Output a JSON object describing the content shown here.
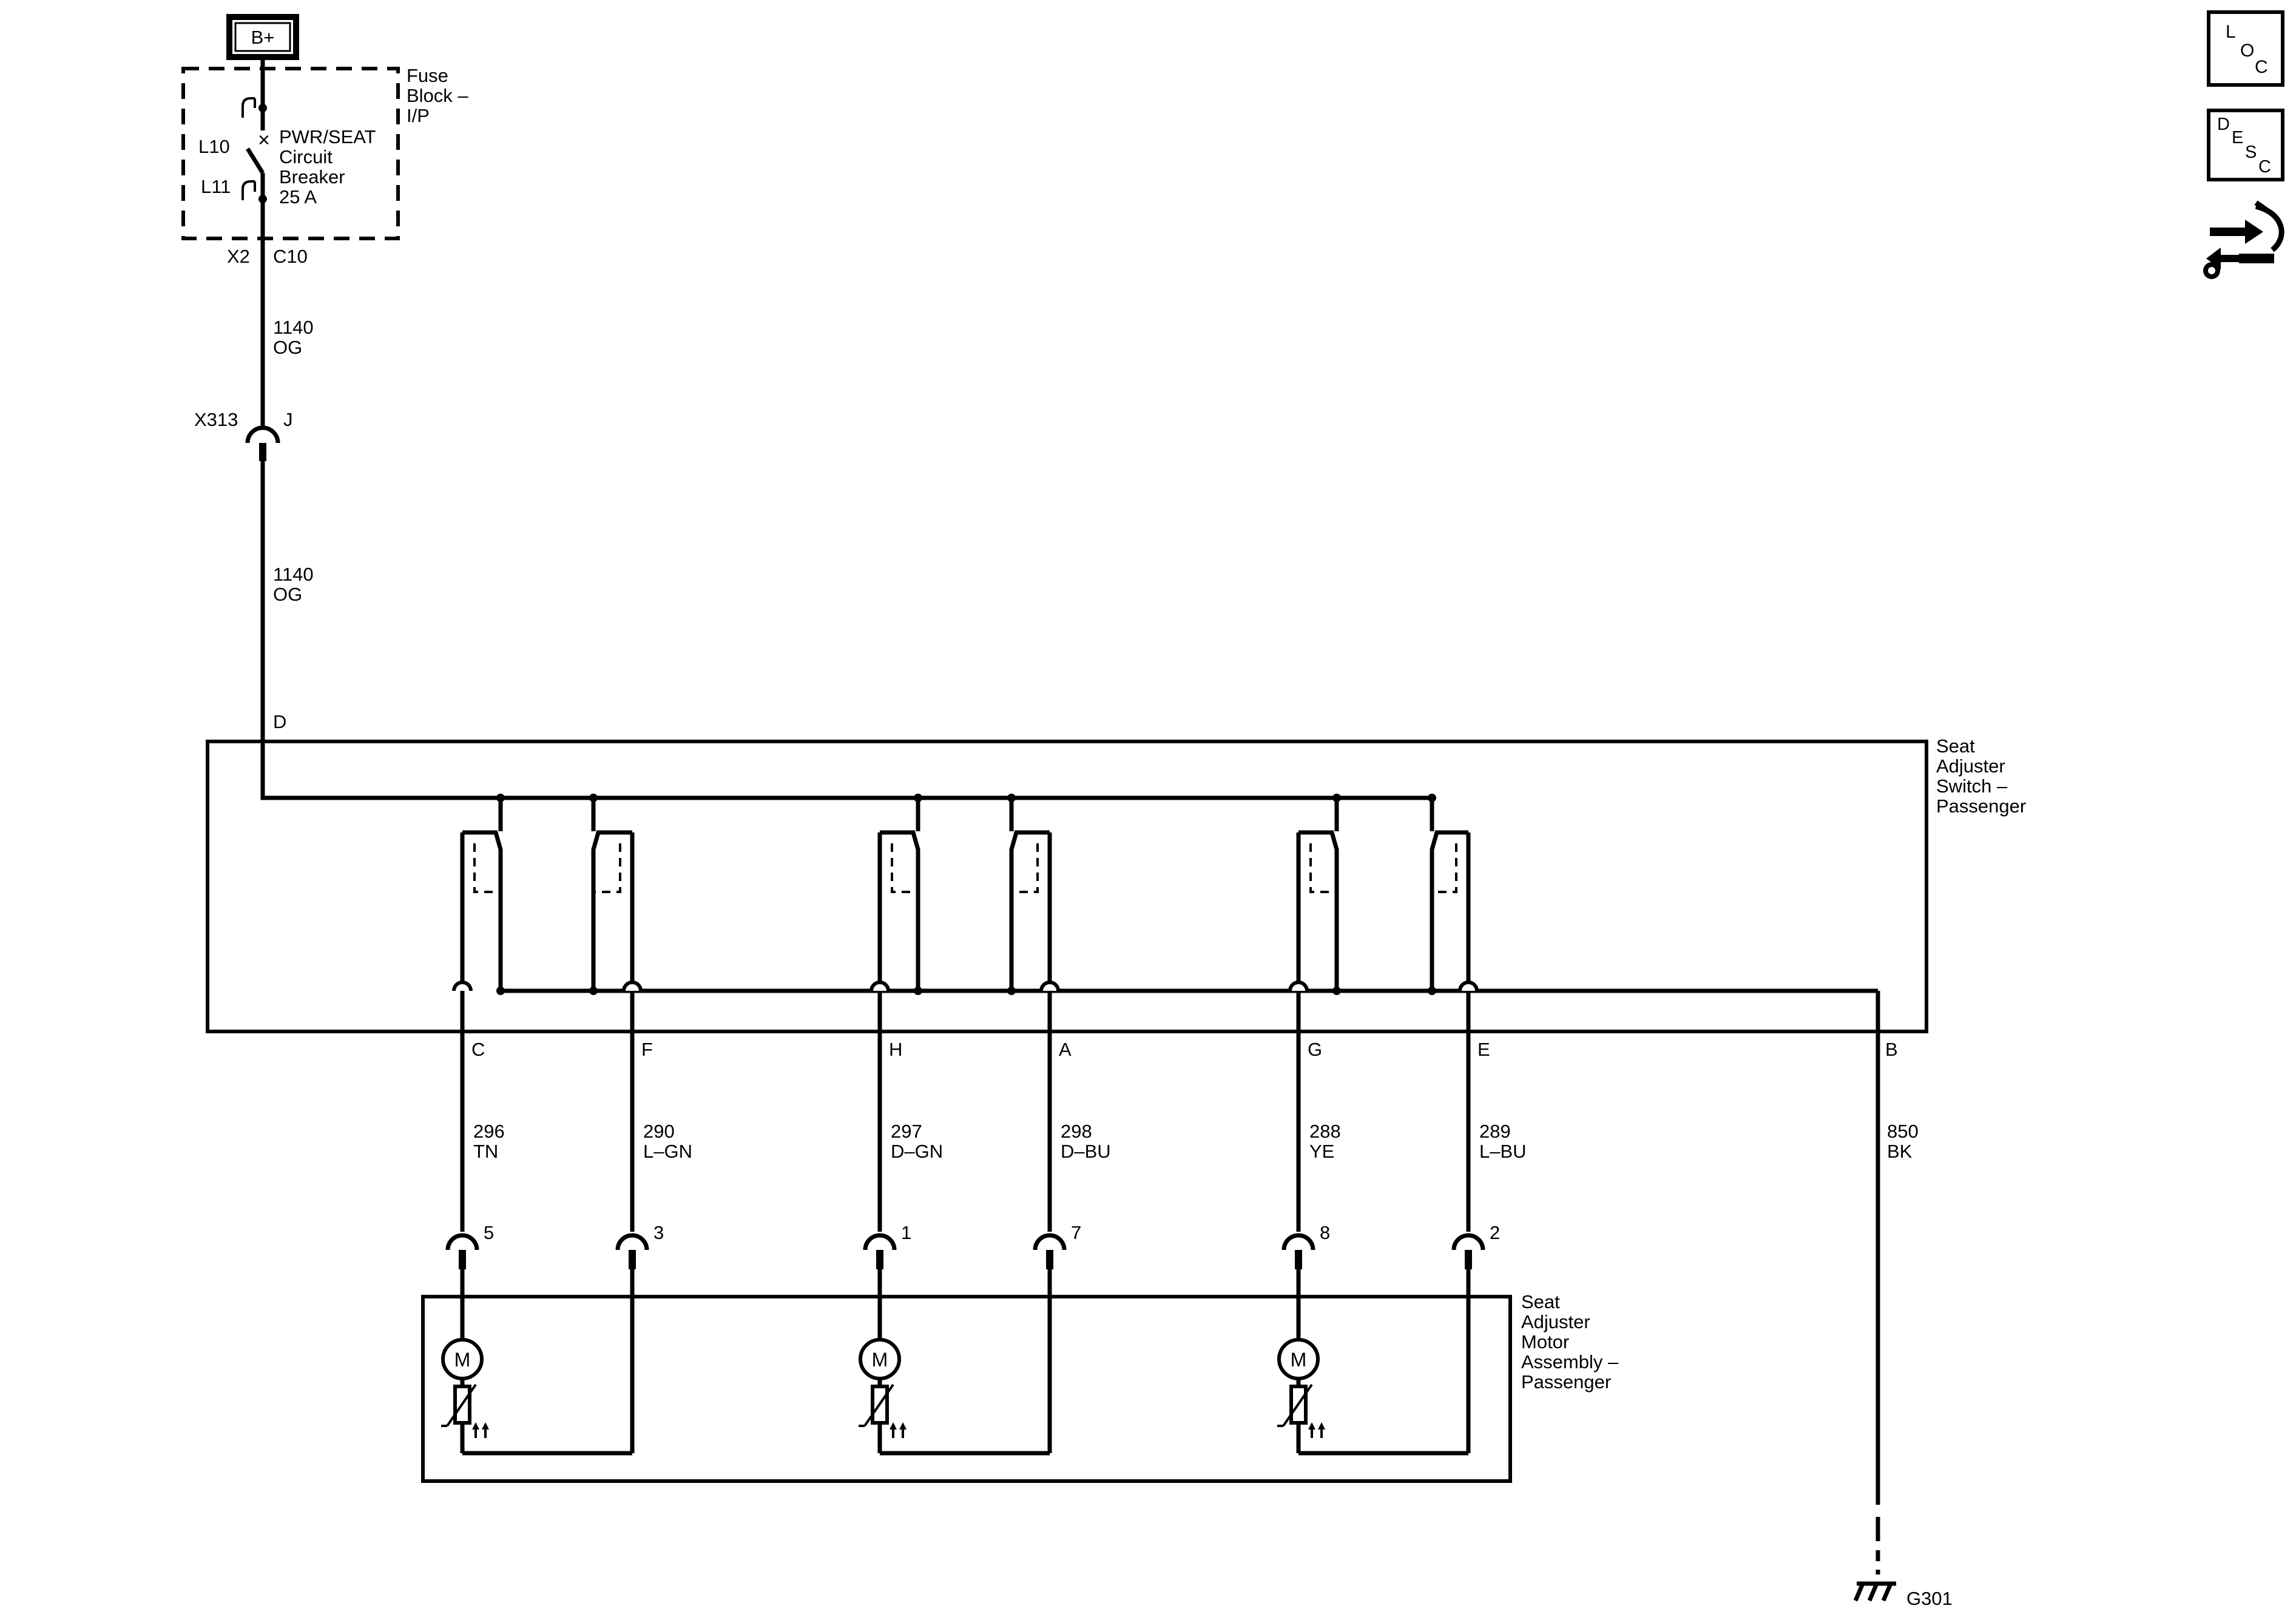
{
  "power_source": "B+",
  "fuse_block": {
    "title_lines": [
      "Fuse",
      "Block –",
      "I/P"
    ],
    "breaker_lines": [
      "PWR/SEAT",
      "Circuit",
      "Breaker",
      "25 A"
    ],
    "pin_top": "L10",
    "pin_bottom": "L11",
    "connector": "X2",
    "cavity": "C10"
  },
  "feed_wire_upper": {
    "circuit": "1140",
    "color": "OG"
  },
  "inline_connector": {
    "name": "X313",
    "cavity": "J"
  },
  "feed_wire_lower": {
    "circuit": "1140",
    "color": "OG"
  },
  "switch": {
    "title_lines": [
      "Seat",
      "Adjuster",
      "Switch –",
      "Passenger"
    ],
    "input_pin": "D"
  },
  "circuits": [
    {
      "switch_pin": "C",
      "circuit": "296",
      "color": "TN",
      "motor_pin": "5"
    },
    {
      "switch_pin": "F",
      "circuit": "290",
      "color": "L–GN",
      "motor_pin": "3"
    },
    {
      "switch_pin": "H",
      "circuit": "297",
      "color": "D–GN",
      "motor_pin": "1"
    },
    {
      "switch_pin": "A",
      "circuit": "298",
      "color": "D–BU",
      "motor_pin": "7"
    },
    {
      "switch_pin": "G",
      "circuit": "288",
      "color": "YE",
      "motor_pin": "8"
    },
    {
      "switch_pin": "E",
      "circuit": "289",
      "color": "L–BU",
      "motor_pin": "2"
    }
  ],
  "ground_wire": {
    "switch_pin": "B",
    "circuit": "850",
    "color": "BK",
    "ground": "G301"
  },
  "motor_assembly": {
    "title_lines": [
      "Seat",
      "Adjuster",
      "Motor",
      "Assembly –",
      "Passenger"
    ],
    "motor_symbol": "M"
  },
  "side_icons": {
    "loc": [
      "L",
      "O",
      "C"
    ],
    "desc": [
      "D",
      "E",
      "S",
      "C"
    ],
    "diag": "wrench-arrows-icon"
  }
}
